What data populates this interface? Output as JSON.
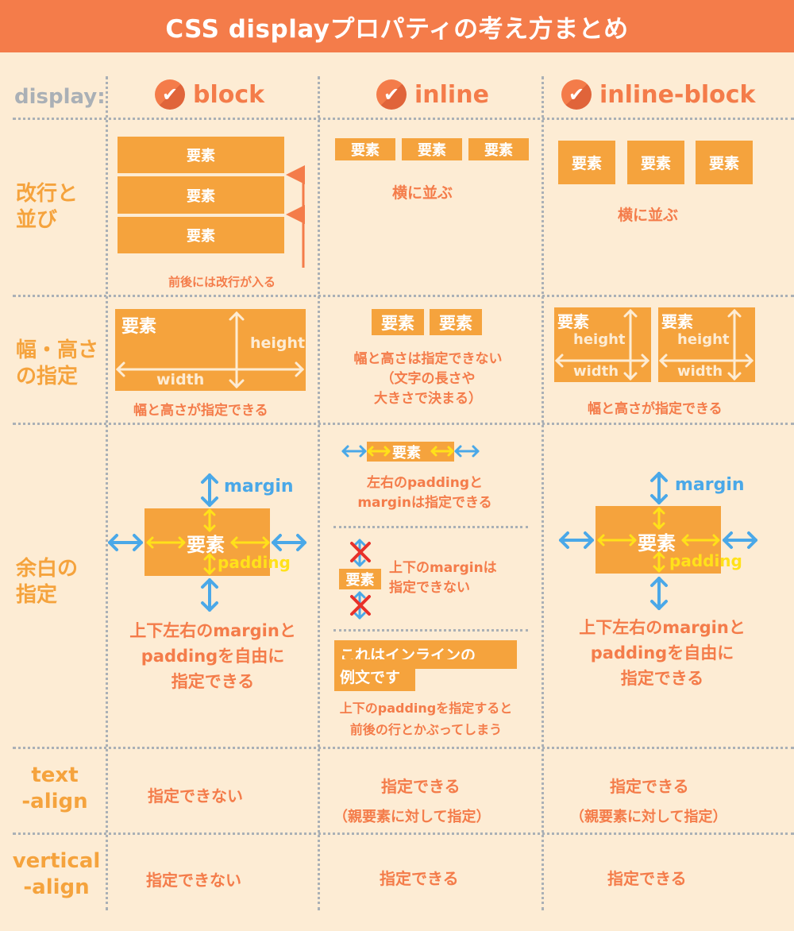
{
  "title": "CSS displayプロパティの考え方まとめ",
  "header_row": {
    "label": "display:",
    "columns": [
      "block",
      "inline",
      "inline-block"
    ]
  },
  "row_labels": {
    "linebreak": [
      "改行と",
      "並び"
    ],
    "size": [
      "幅・高さ",
      "の指定"
    ],
    "spacing": [
      "余白の",
      "指定"
    ],
    "text_align": [
      "text",
      "-align"
    ],
    "vertical_align": [
      "vertical",
      "-align"
    ]
  },
  "element_label": "要素",
  "linebreak": {
    "block_note": "前後には改行が入る",
    "inline_note": "横に並ぶ",
    "inline_block_note": "横に並ぶ"
  },
  "size": {
    "height_label": "height",
    "width_label": "width",
    "block_note": "幅と高さが指定できる",
    "inline_note": [
      "幅と高さは指定できない",
      "（文字の長さや",
      "大きさで決まる）"
    ],
    "inline_block_note": "幅と高さが指定できる"
  },
  "spacing": {
    "margin_label": "margin",
    "padding_label": "padding",
    "block_note": [
      "上下左右のmarginと",
      "paddingを自由に",
      "指定できる"
    ],
    "inline_note_lr": [
      "左右のpaddingと",
      "marginは指定できる"
    ],
    "inline_note_tb": [
      "上下のmarginは",
      "指定できない"
    ],
    "inline_example_text": [
      "これはインラインの",
      "例文です"
    ],
    "inline_note_overlap": [
      "上下のpaddingを指定すると",
      "前後の行とかぶってしまう"
    ],
    "inline_block_note": [
      "上下左右のmarginと",
      "paddingを自由に",
      "指定できる"
    ]
  },
  "text_align": {
    "block": "指定できない",
    "inline": "指定できる",
    "inline_sub": "（親要素に対して指定）",
    "inline_block": "指定できる",
    "inline_block_sub": "（親要素に対して指定）"
  },
  "vertical_align": {
    "block": "指定できない",
    "inline": "指定できる",
    "inline_block": "指定できる"
  },
  "icons": {
    "check": "check-circle-icon",
    "cross": "cross-icon"
  },
  "colors": {
    "orange": "#f5a33d",
    "accent": "#f47c4a",
    "blue": "#4aa8e8",
    "yellow": "#ffe11a",
    "bg": "#fdecd4"
  }
}
